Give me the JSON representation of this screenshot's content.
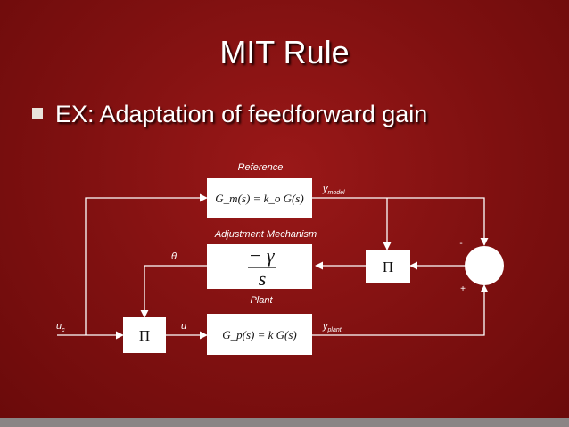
{
  "slide": {
    "title": "MIT Rule",
    "bullet": "EX: Adaptation of feedforward gain"
  },
  "diagram": {
    "reference_label": "Reference",
    "reference_tf": "G_m(s) = k_o G(s)",
    "adjustment_label": "Adjustment Mechanism",
    "adjustment_num": "− γ",
    "adjustment_den": "s",
    "plant_label": "Plant",
    "plant_tf": "G_p(s) = k G(s)",
    "multiplier_symbol": "Π",
    "signals": {
      "uc": "u",
      "uc_sub": "c",
      "u": "u",
      "theta": "θ",
      "ymodel": "y",
      "ymodel_sub": "model",
      "yplant": "y",
      "yplant_sub": "plant"
    },
    "sum_signs": {
      "top": "-",
      "bottom": "+"
    }
  },
  "colors": {
    "background": "#8b1414",
    "box_fill": "#ffffff",
    "line": "#ffffff",
    "bullet": "#e9e4dc",
    "footer_bar": "#8a8585"
  }
}
